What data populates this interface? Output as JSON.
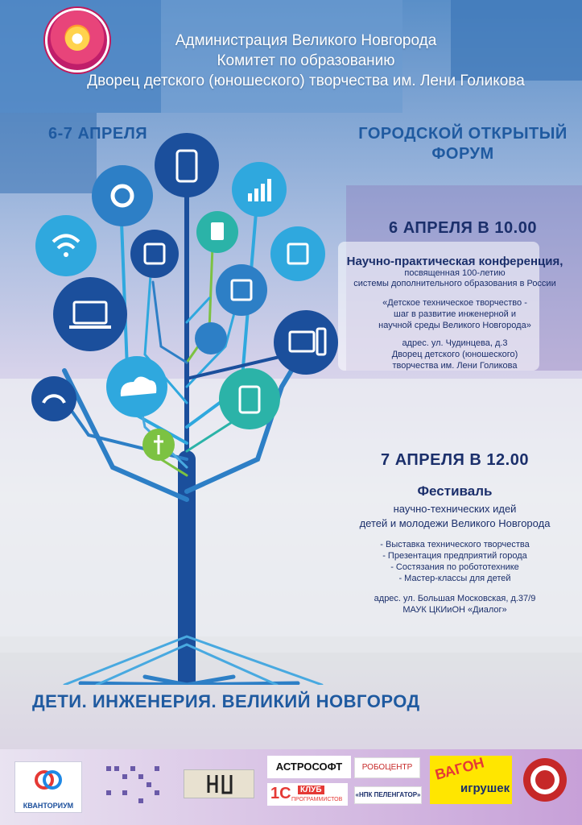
{
  "header": {
    "line1": "Администрация Великого Новгорода",
    "line2": "Комитет по образованию",
    "line3": "Дворец детского (юношеского) творчества им. Лени Голикова"
  },
  "dates": "6-7 АПРЕЛЯ",
  "forum_title_1": "ГОРОДСКОЙ ОТКРЫТЫЙ",
  "forum_title_2": "ФОРУМ",
  "day1": {
    "when": "6 АПРЕЛЯ В 10.00",
    "event": "Научно-практическая конференция,",
    "sub1": "посвященная 100-летию",
    "sub2": "системы дополнительного образования в России",
    "quote1": "«Детское техническое творчество -",
    "quote2": "шаг в развитие инженерной и",
    "quote3": "научной среды Великого Новгорода»",
    "addr1": "адрес. ул. Чудинцева, д.3",
    "addr2": "Дворец детского (юношеского)",
    "addr3": "творчества им. Лени Голикова"
  },
  "day2": {
    "when": "7 АПРЕЛЯ В 12.00",
    "event": "Фестиваль",
    "sub1": "научно-технических идей",
    "sub2": "детей и молодежи Великого Новгорода",
    "items": [
      "- Выставка технического творчества",
      "- Презентация предприятий города",
      "- Состязания по робототехнике",
      "- Мастер-классы для детей"
    ],
    "addr1": "адрес. ул. Большая Московская, д.37/9",
    "addr2": "МАУК ЦКИиОН «Диалог»"
  },
  "slogan": "ДЕТИ. ИНЖЕНЕРИЯ. ВЕЛИКИЙ НОВГОРОД",
  "sponsors": {
    "kvantorium": "КВАНТОРИУМ",
    "astrosoft": "АСТРОСОФТ",
    "robocentr": "РОБОЦЕНТР",
    "klub": "КЛУБ",
    "klub_sub": "ПРОГРАММИСТОВ",
    "pelengator": "«НПК ПЕЛЕНГАТОР»",
    "vagon": "ВАГОН",
    "igrushek": "игрушек"
  },
  "colors": {
    "heading": "#1f5aa0",
    "dark_blue": "#1b4f9c",
    "cyan": "#2fa8de",
    "teal": "#2bb3a8",
    "green": "#7cc242"
  }
}
